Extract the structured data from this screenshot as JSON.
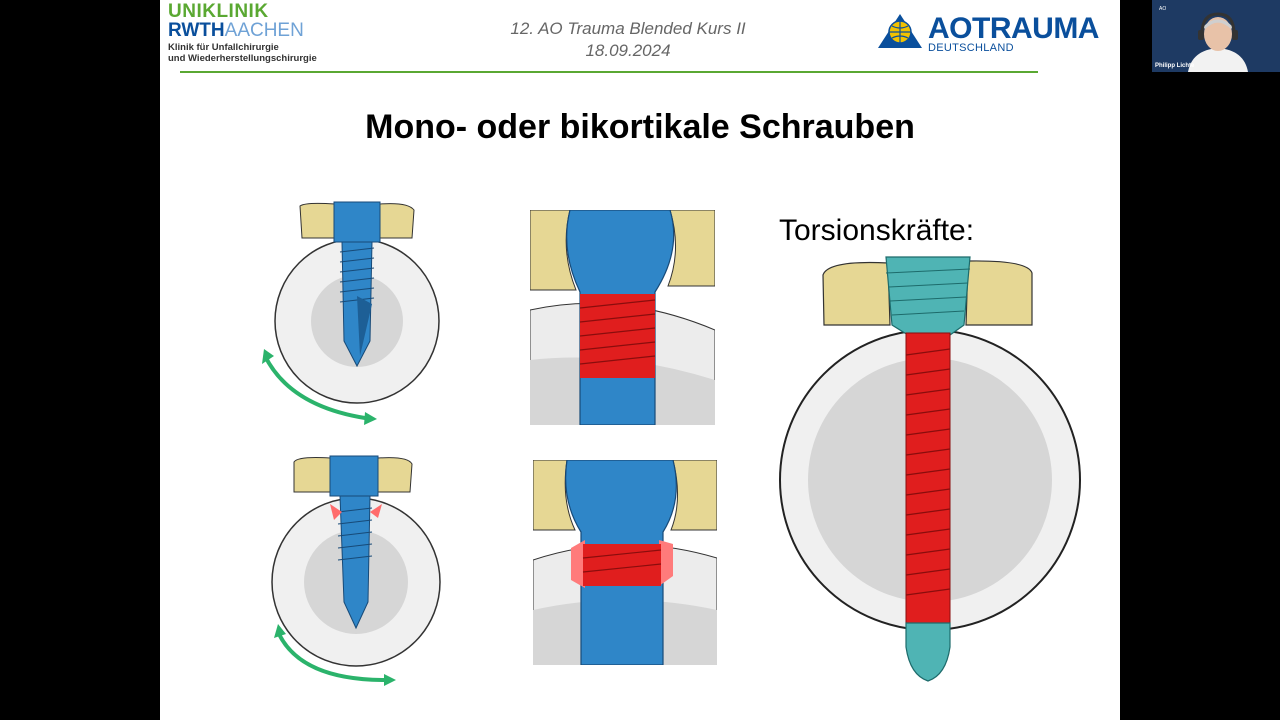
{
  "header": {
    "logo_line1": "UNIKLINIK",
    "logo_rwth": "RWTH",
    "logo_aachen": "AACHEN",
    "clinic_line1": "Klinik für Unfallchirurgie",
    "clinic_line2": "und Wiederherstellungschirurgie",
    "course_title": "12. AO Trauma Blended Kurs II",
    "course_date": "18.09.2024",
    "ao_brand_ao": "AO",
    "ao_brand_trauma": "TRAUMA",
    "ao_sub": "DEUTSCHLAND"
  },
  "slide": {
    "title": "Mono- oder bikortikale Schrauben",
    "torsion_label": "Torsionskräfte:"
  },
  "video": {
    "participant_name": "Philipp Lichte",
    "icon": "person-video-icon"
  },
  "colors": {
    "brand_green": "#5aa832",
    "brand_blue": "#0a4f9c",
    "screw_blue": "#2f86c8",
    "thread_red": "#e01e1e",
    "plate_yellow": "#e6d794",
    "bone_gray": "#e6e6e6",
    "arrow_green": "#2bb36b"
  }
}
